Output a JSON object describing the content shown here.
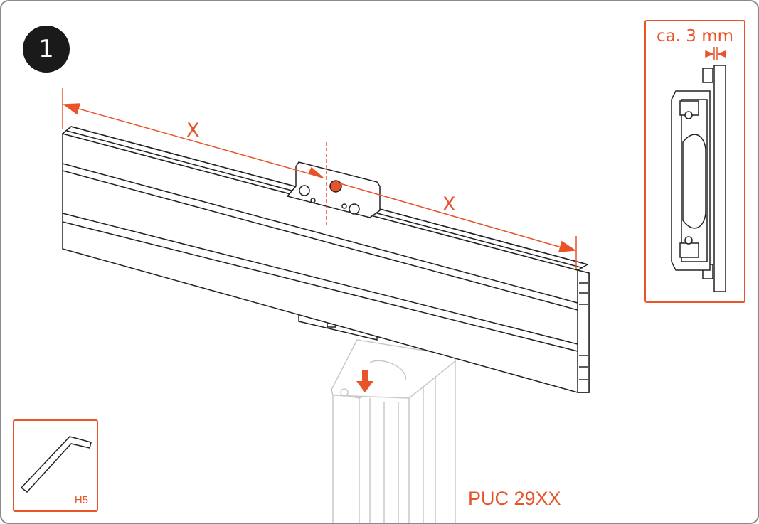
{
  "step": {
    "number": "1"
  },
  "dimension": {
    "left_label": "X",
    "right_label": "X"
  },
  "detail": {
    "gap_label": "ca. 3 mm"
  },
  "tool": {
    "size_label": "H5"
  },
  "model": {
    "label": "PUC 29XX"
  },
  "colors": {
    "accent": "#e8532a",
    "line": "#222222",
    "frame": "#8a8a8a",
    "faded": "#c8c8c8"
  }
}
